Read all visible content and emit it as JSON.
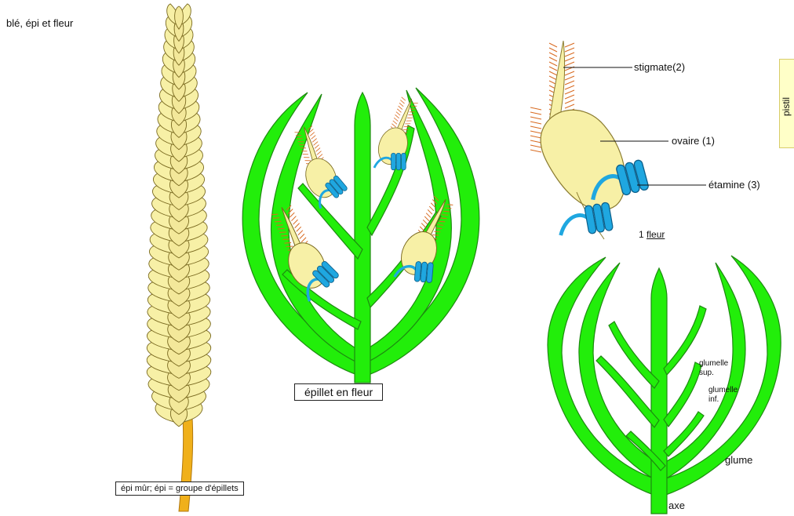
{
  "title": "blé, épi et fleur",
  "labels": {
    "ear": "épi mûr;  épi = groupe d'épillets",
    "spikelet": "épillet en fleur",
    "stigma": "stigmate(2)",
    "ovary": "ovaire (1)",
    "stamen": "étamine (3)",
    "flower_count": "1",
    "flower_word": "fleur",
    "pistil": "pistil",
    "glumelle_sup_1": "glumelle",
    "glumelle_sup_2": "sup.",
    "glumelle_inf_1": "glumelle",
    "glumelle_inf_2": "inf.",
    "glume": "glume",
    "axis": "axe"
  },
  "colors": {
    "glume_green": "#22ee0a",
    "grain_yellow": "#f7f0a6",
    "stamen_blue": "#1fa7e0",
    "stem_orange": "#f0b01a",
    "hair_orange": "#d86a20"
  }
}
